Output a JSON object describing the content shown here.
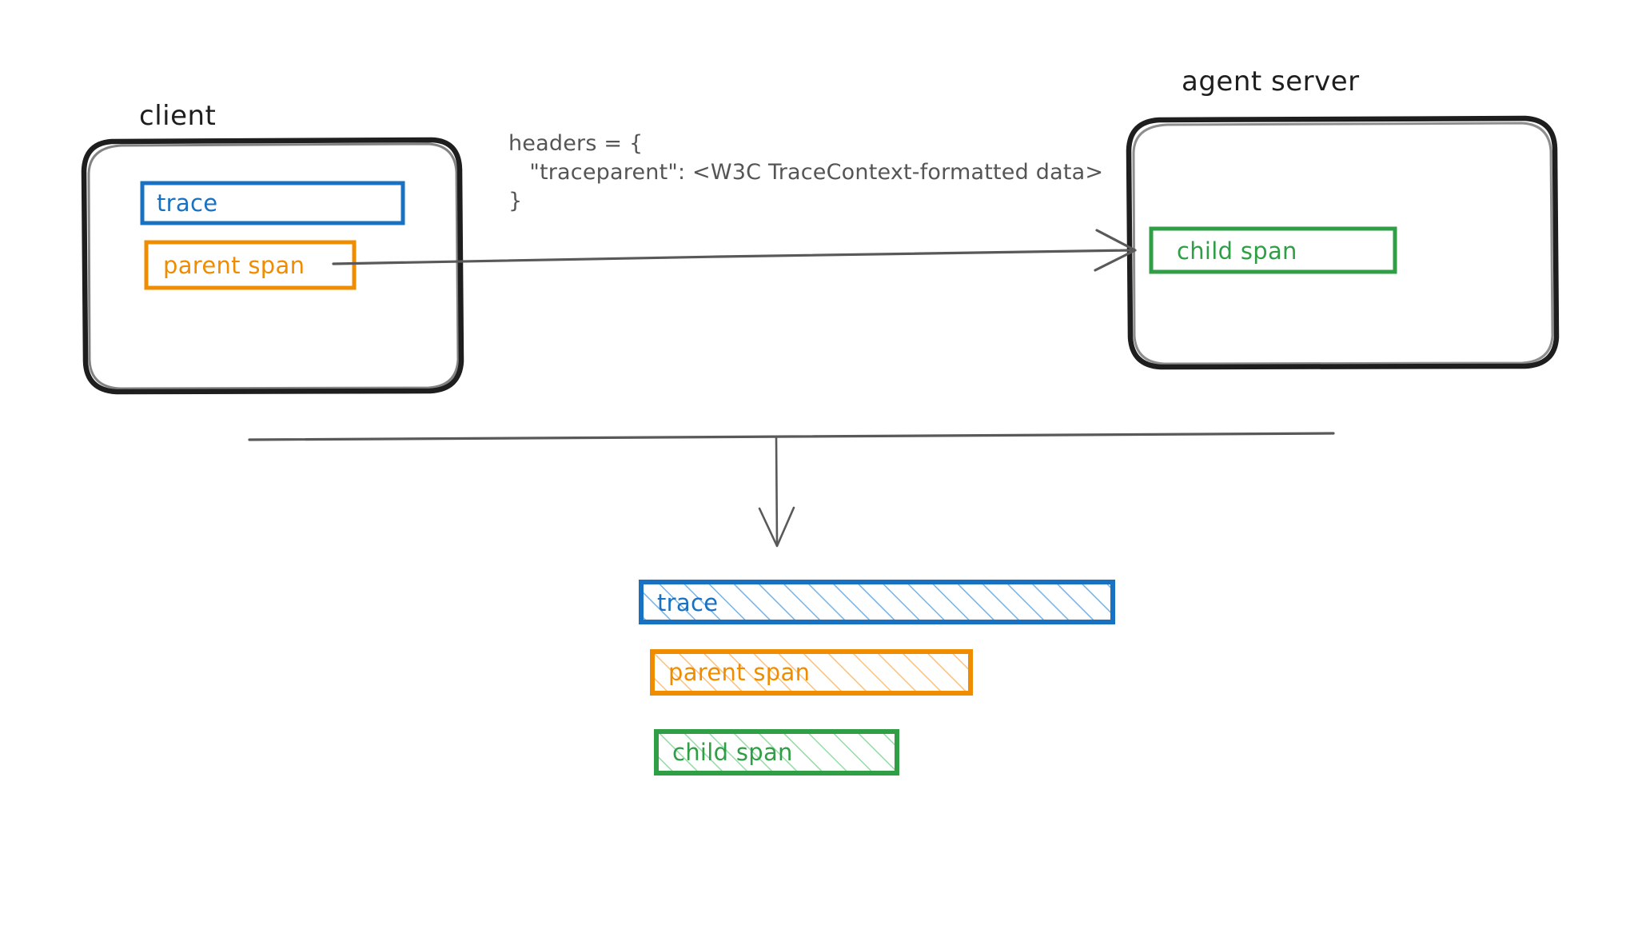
{
  "diagram": {
    "title_client": "client",
    "title_server": "agent server",
    "colors": {
      "blue": "#1971c2",
      "blue_hatch": "#74b3e8",
      "orange": "#f08c00",
      "orange_hatch": "#fbc17d",
      "green": "#2f9e44",
      "green_hatch": "#95dba6",
      "stroke": "#1e1e1e",
      "arrow": "#595959",
      "code_text": "#555555"
    }
  },
  "client_box": {
    "label": "client",
    "items": [
      {
        "name": "trace",
        "label": "trace",
        "color": "#1971c2"
      },
      {
        "name": "parent-span",
        "label": "parent span",
        "color": "#f08c00"
      }
    ]
  },
  "server_box": {
    "label": "agent server",
    "items": [
      {
        "name": "child-span",
        "label": "child span",
        "color": "#2f9e44"
      }
    ]
  },
  "request": {
    "code_line_1": "headers = {",
    "code_line_2": "   \"traceparent\": <W3C TraceContext-formatted data>",
    "code_line_3": "}",
    "arrow_direction": "client-to-agent-server"
  },
  "timeline": {
    "bars": [
      {
        "name": "trace",
        "label": "trace",
        "color": "#1971c2",
        "hatch": "#74b3e8"
      },
      {
        "name": "parent-span",
        "label": "parent span",
        "color": "#f08c00",
        "hatch": "#fbc17d"
      },
      {
        "name": "child-span",
        "label": "child span",
        "color": "#2f9e44",
        "hatch": "#95dba6"
      }
    ]
  }
}
